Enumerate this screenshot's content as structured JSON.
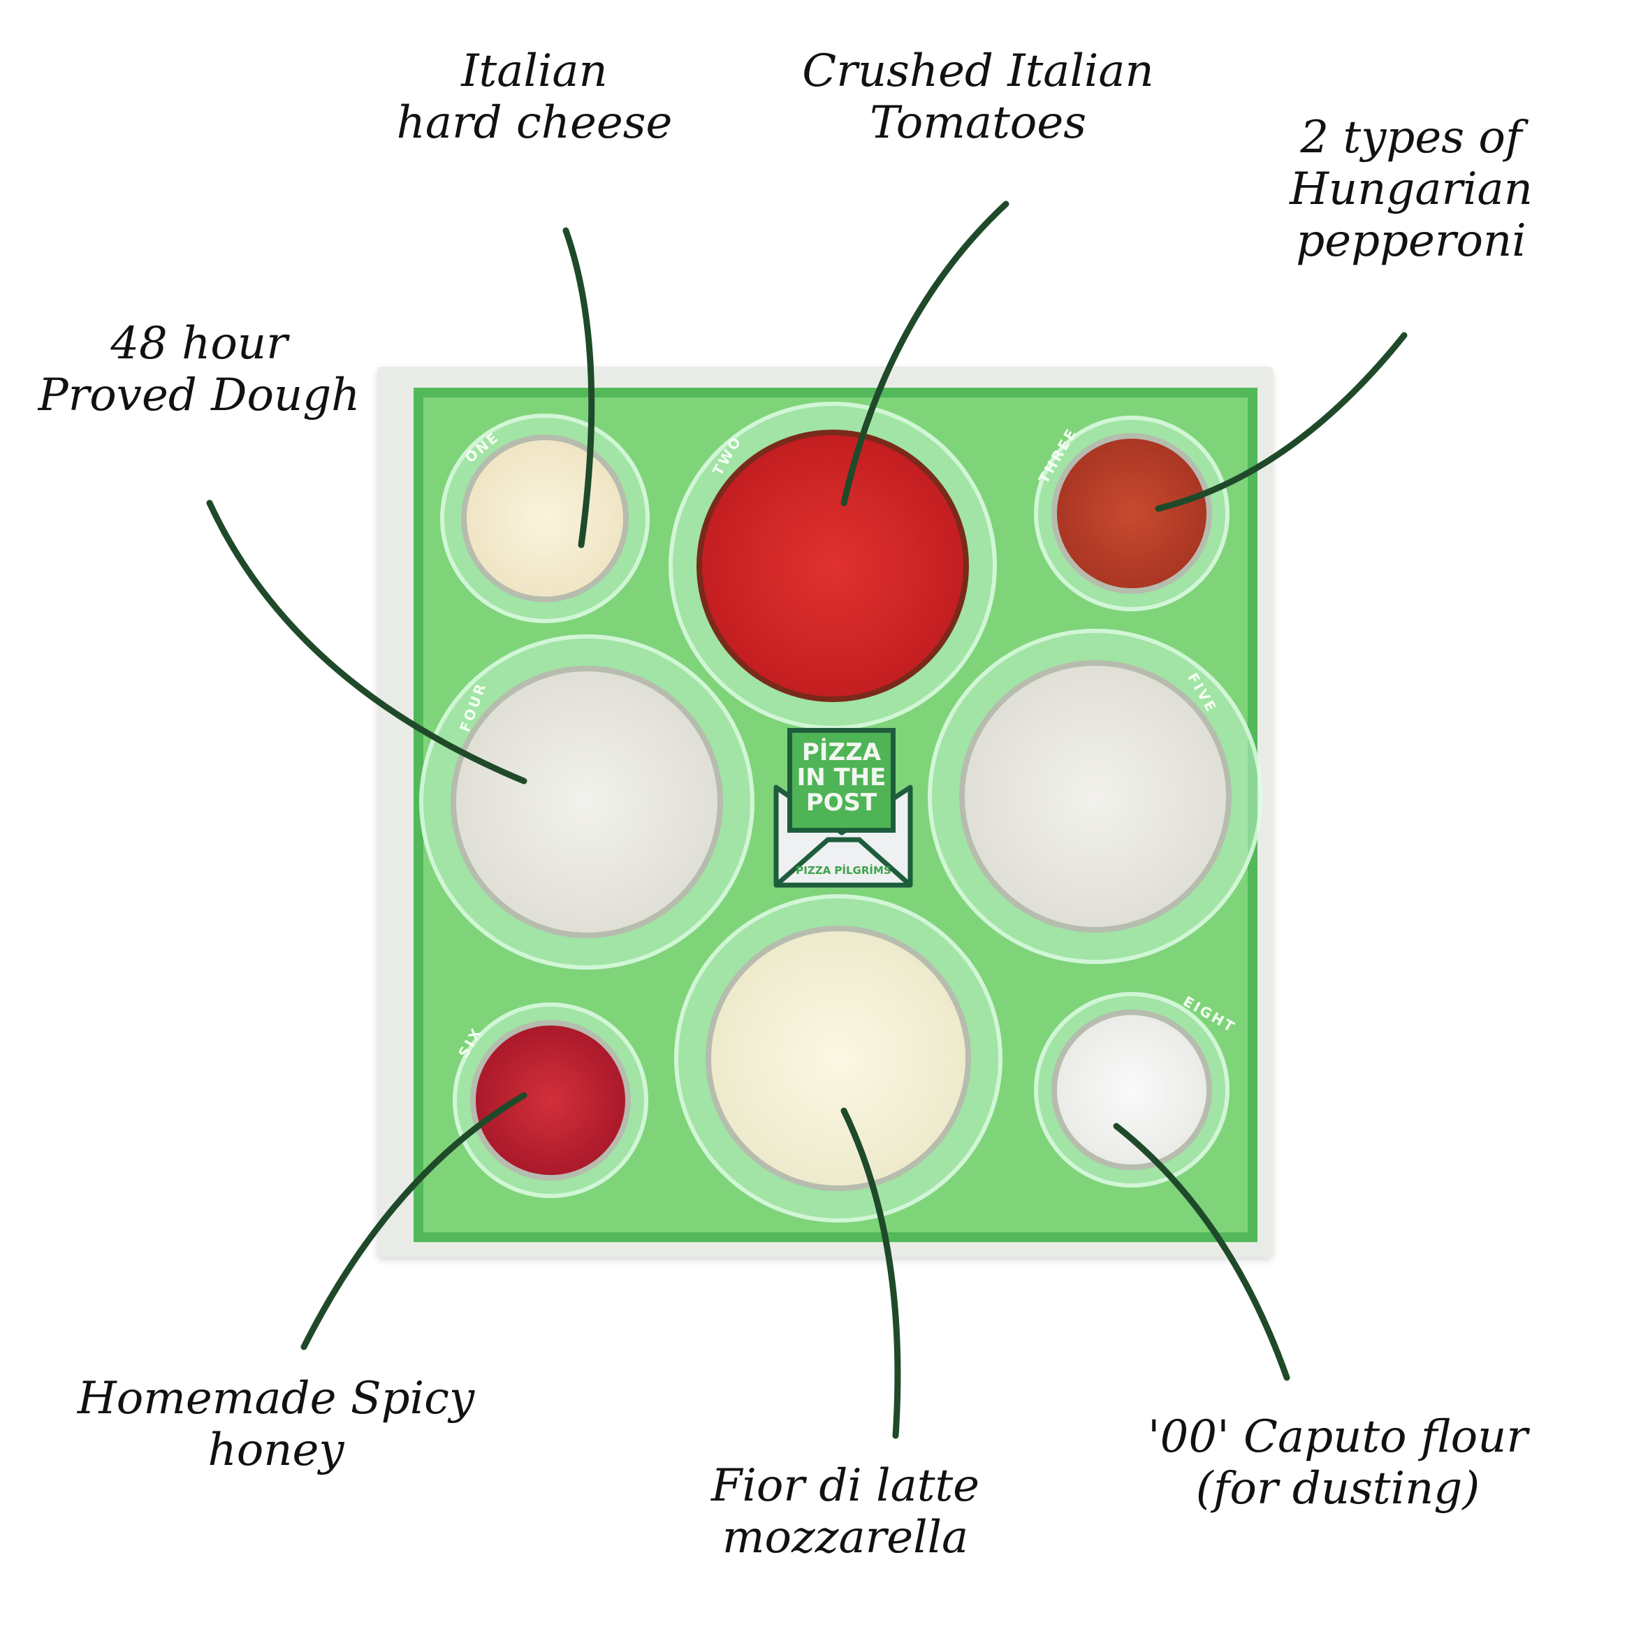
{
  "labels": {
    "cheese": [
      "Italian",
      "hard cheese"
    ],
    "tomatoes": [
      "Crushed Italian",
      "Tomatoes"
    ],
    "pepperoni": [
      "2 types of",
      "Hungarian",
      "pepperoni"
    ],
    "dough": [
      "48 hour",
      "Proved Dough"
    ],
    "honey": [
      "Homemade Spicy",
      "honey"
    ],
    "mozzarella": [
      "Fior di latte",
      "mozzarella"
    ],
    "flour": [
      "'00' Caputo flour",
      "(for dusting)"
    ]
  },
  "compartments": {
    "one": "ONE",
    "two": "TWO",
    "three": "THREE",
    "four": "FOUR",
    "five": "FIVE",
    "six": "SIX",
    "eight": "EIGHT"
  },
  "logo": {
    "line1": "PİZZA",
    "line2": "IN THE",
    "line3": "POST",
    "brand": "PIZZA PİLGRİMS"
  },
  "colors": {
    "tray": "#7fd47a",
    "line": "#1f4a2a",
    "tomato": "#c81e22",
    "pepperoni": "#b13a26",
    "honey": "#a9142a"
  }
}
